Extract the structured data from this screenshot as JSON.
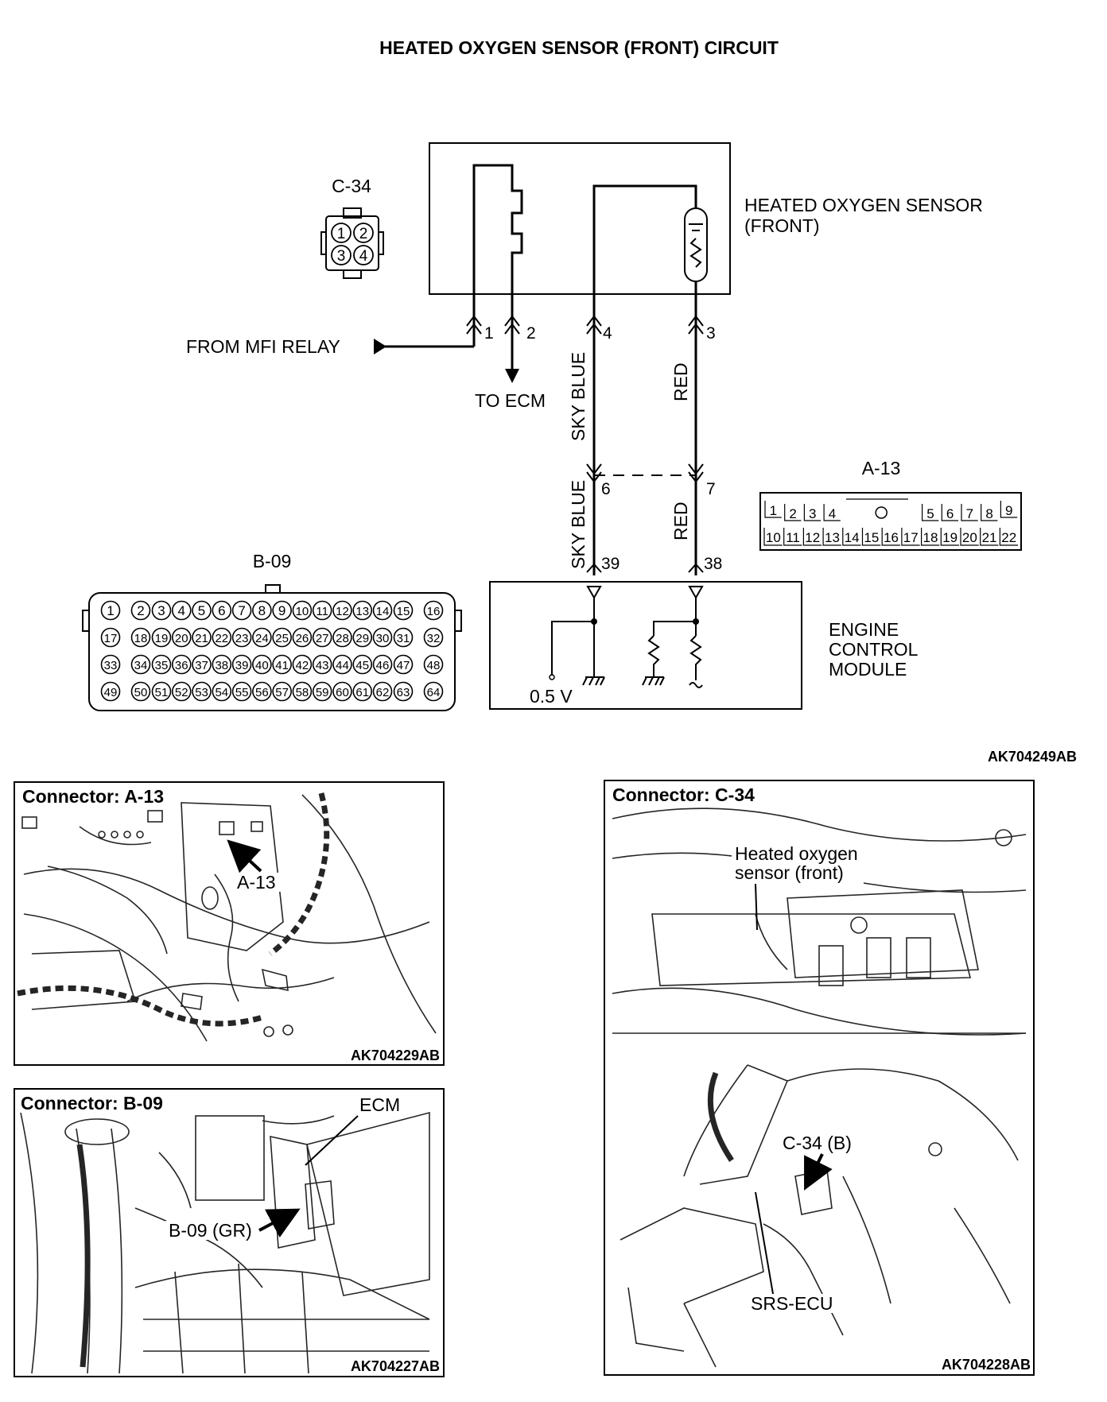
{
  "title": "HEATED OXYGEN SENSOR (FRONT) CIRCUIT",
  "figure_code": "AK704249AB",
  "sensor": {
    "line1": "HEATED OXYGEN SENSOR",
    "line2": "(FRONT)"
  },
  "ecm": {
    "line1": "ENGINE",
    "line2": "CONTROL",
    "line3": "MODULE",
    "voltage": "0.5 V"
  },
  "from_label": "FROM MFI RELAY",
  "to_label": "TO ECM",
  "wires": {
    "upper_left": "SKY BLUE",
    "upper_right": "RED",
    "lower_left": "SKY BLUE",
    "lower_right": "RED"
  },
  "pins": {
    "p1": "1",
    "p2": "2",
    "p4": "4",
    "p3": "3",
    "p6": "6",
    "p7": "7",
    "p39": "39",
    "p38": "38"
  },
  "connectors": {
    "c34": {
      "label": "C-34",
      "pins": [
        "1",
        "2",
        "3",
        "4"
      ]
    },
    "a13": {
      "label": "A-13",
      "top_row": [
        "1",
        "2",
        "3",
        "4",
        "5",
        "6",
        "7",
        "8",
        "9"
      ],
      "bottom_row": [
        "10",
        "11",
        "12",
        "13",
        "14",
        "15",
        "16",
        "17",
        "18",
        "19",
        "20",
        "21",
        "22"
      ]
    },
    "b09": {
      "label": "B-09",
      "rows": [
        [
          "1",
          "2",
          "3",
          "4",
          "5",
          "6",
          "7",
          "8",
          "9",
          "10",
          "11",
          "12",
          "13",
          "14",
          "15",
          "16"
        ],
        [
          "17",
          "18",
          "19",
          "20",
          "21",
          "22",
          "23",
          "24",
          "25",
          "26",
          "27",
          "28",
          "29",
          "30",
          "31",
          "32"
        ],
        [
          "33",
          "34",
          "35",
          "36",
          "37",
          "38",
          "39",
          "40",
          "41",
          "42",
          "43",
          "44",
          "45",
          "46",
          "47",
          "48"
        ],
        [
          "49",
          "50",
          "51",
          "52",
          "53",
          "54",
          "55",
          "56",
          "57",
          "58",
          "59",
          "60",
          "61",
          "62",
          "63",
          "64"
        ]
      ]
    }
  },
  "photos": {
    "a13": {
      "title": "Connector: A-13",
      "callout": "A-13",
      "code": "AK704229AB"
    },
    "b09": {
      "title": "Connector: B-09",
      "callout_ecm": "ECM",
      "callout_conn": "B-09 (GR)",
      "code": "AK704227AB"
    },
    "c34": {
      "title": "Connector: C-34",
      "callout_sensor_1": "Heated oxygen",
      "callout_sensor_2": "sensor (front)",
      "callout_conn": "C-34 (B)",
      "callout_srs": "SRS-ECU",
      "code": "AK704228AB"
    }
  }
}
